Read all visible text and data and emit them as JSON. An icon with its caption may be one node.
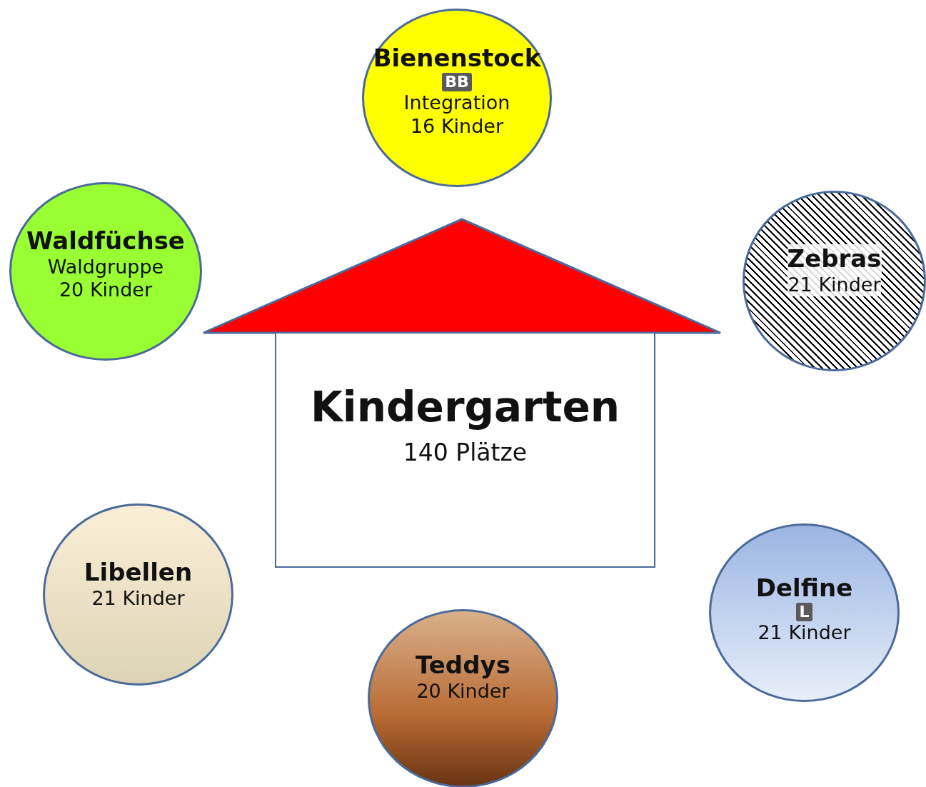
{
  "diagram": {
    "nodes": [
      {
        "text": [
          "Bienenstock",
          "BB",
          "Integration",
          "16 Kinder"
        ]
      },
      {
        "text": [
          "Waldfüchse",
          "Waldgruppe",
          "20 Kinder"
        ]
      },
      {
        "text": [
          "Zebras",
          "21 Kinder"
        ]
      },
      {
        "text": [],
        "shape": "triangle"
      },
      {
        "text": [
          "Kindergarten",
          "140 Plätze"
        ]
      },
      {
        "text": [
          "Libellen",
          "21 Kinder"
        ]
      },
      {
        "text": [
          "Delfine",
          "L",
          "21 Kinder"
        ]
      },
      {
        "text": [
          "Teddys",
          "20 Kinder"
        ]
      }
    ]
  }
}
